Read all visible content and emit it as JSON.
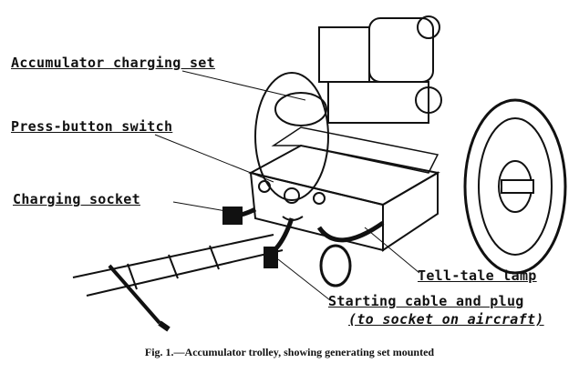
{
  "figure": {
    "labels": {
      "charging_set": "Accumulator charging set",
      "press_button": "Press-button switch",
      "charging_socket": "Charging socket",
      "tell_tale": "Tell-tale lamp",
      "starting_cable": "Starting cable and plug",
      "to_socket": "(to socket on aircraft)"
    },
    "caption": "Fig. 1.—Accumulator trolley, showing generating set mounted"
  }
}
